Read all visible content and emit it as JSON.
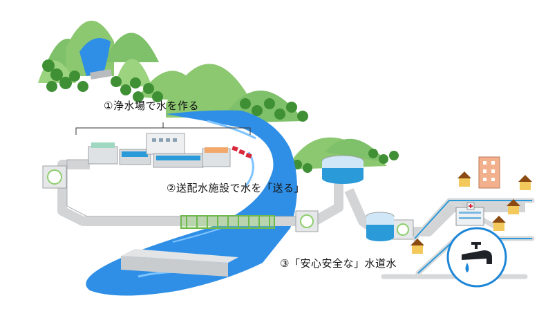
{
  "labels": {
    "step1": "①浄水場で水を作る",
    "step2": "②送配水施設で水を「送る」",
    "step3": "③「安心安全な」水道水"
  },
  "colors": {
    "mountain": "#8cc870",
    "mountain_dark": "#4f9a3a",
    "tree": "#3f8f35",
    "river": "#2f8fe6",
    "river_light": "#7fc4ff",
    "pipe": "#d2d4d6",
    "pipe_edge": "#a8abae",
    "tank": "#cfe7f6",
    "tank_water": "#2a9ad8",
    "house_roof": "#8a4a12",
    "house_wall": "#f3c95c",
    "bridge": "#8fd36a",
    "tap_circle": "#1d86d6"
  },
  "icons": [
    "mountain-icon",
    "tree-icon",
    "dam-icon",
    "water-treatment-plant-icon",
    "pump-icon",
    "bridge-icon",
    "reservoir-tank-icon",
    "distribution-tank-icon",
    "house-icon",
    "hospital-icon",
    "apartment-icon",
    "faucet-icon",
    "water-drop-icon",
    "weir-icon"
  ]
}
